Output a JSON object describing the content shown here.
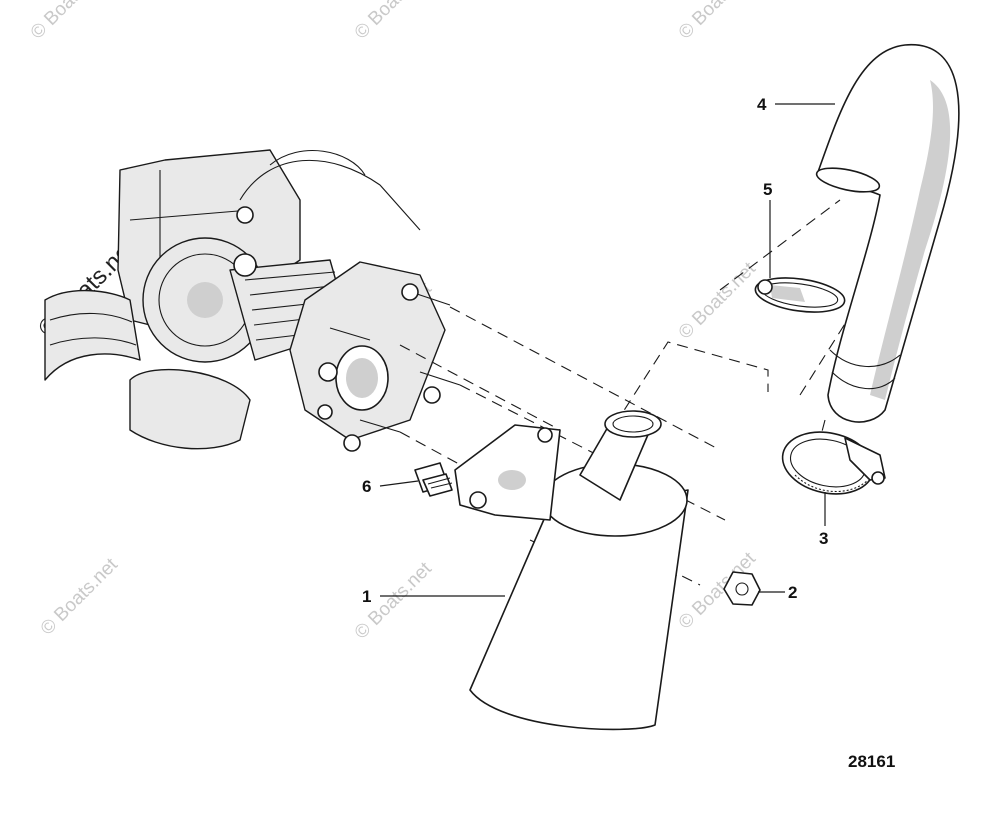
{
  "callouts": [
    {
      "id": "1",
      "label": "1"
    },
    {
      "id": "2",
      "label": "2"
    },
    {
      "id": "3",
      "label": "3"
    },
    {
      "id": "4",
      "label": "4"
    },
    {
      "id": "5",
      "label": "5"
    },
    {
      "id": "6",
      "label": "6"
    }
  ],
  "figure_number": "28161",
  "watermark": {
    "main": "© Boats.net",
    "repeat": "© Boats.net"
  },
  "colors": {
    "line": "#1a1a1a",
    "shade": "#cfcfcf",
    "watermark": "#c9c9c9"
  }
}
